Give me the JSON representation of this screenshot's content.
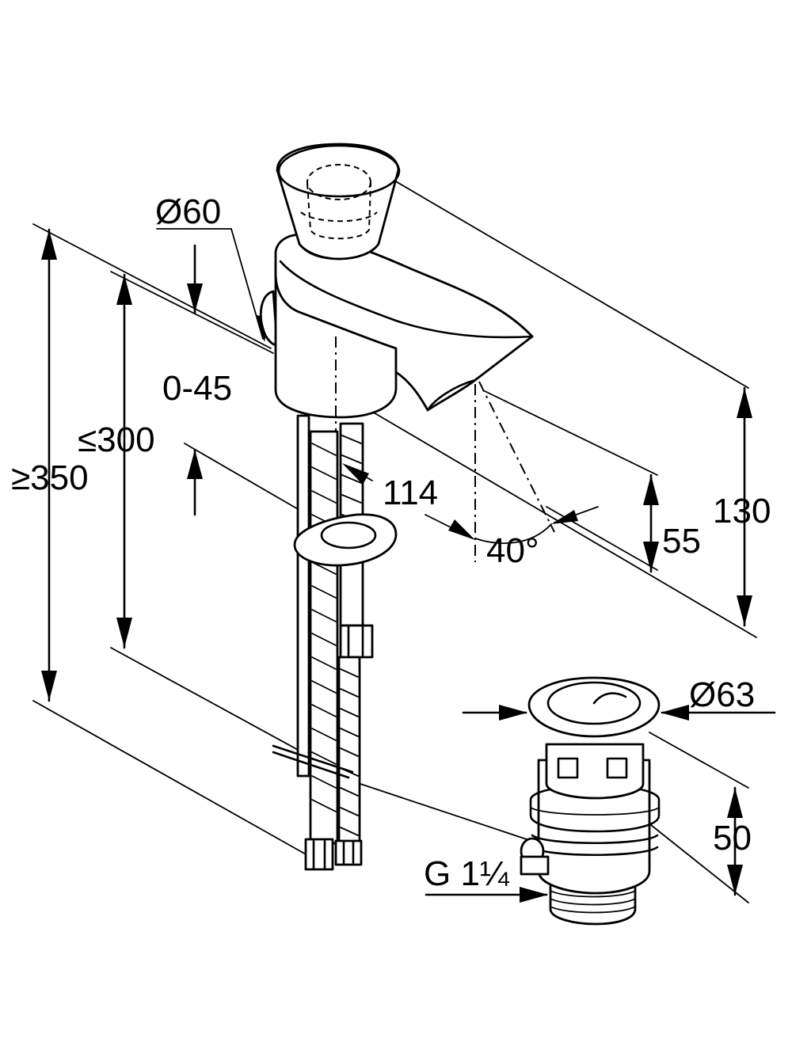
{
  "dimensions": {
    "dia_spout": "Ø60",
    "tilt": "0-45",
    "max_under": "≤300",
    "min_total": "≥350",
    "reach": "114",
    "spray_angle": "40°",
    "spray_height": "55",
    "outlet_height": "130",
    "dia_waste": "Ø63",
    "waste_height": "50",
    "thread": "G 1¼"
  }
}
